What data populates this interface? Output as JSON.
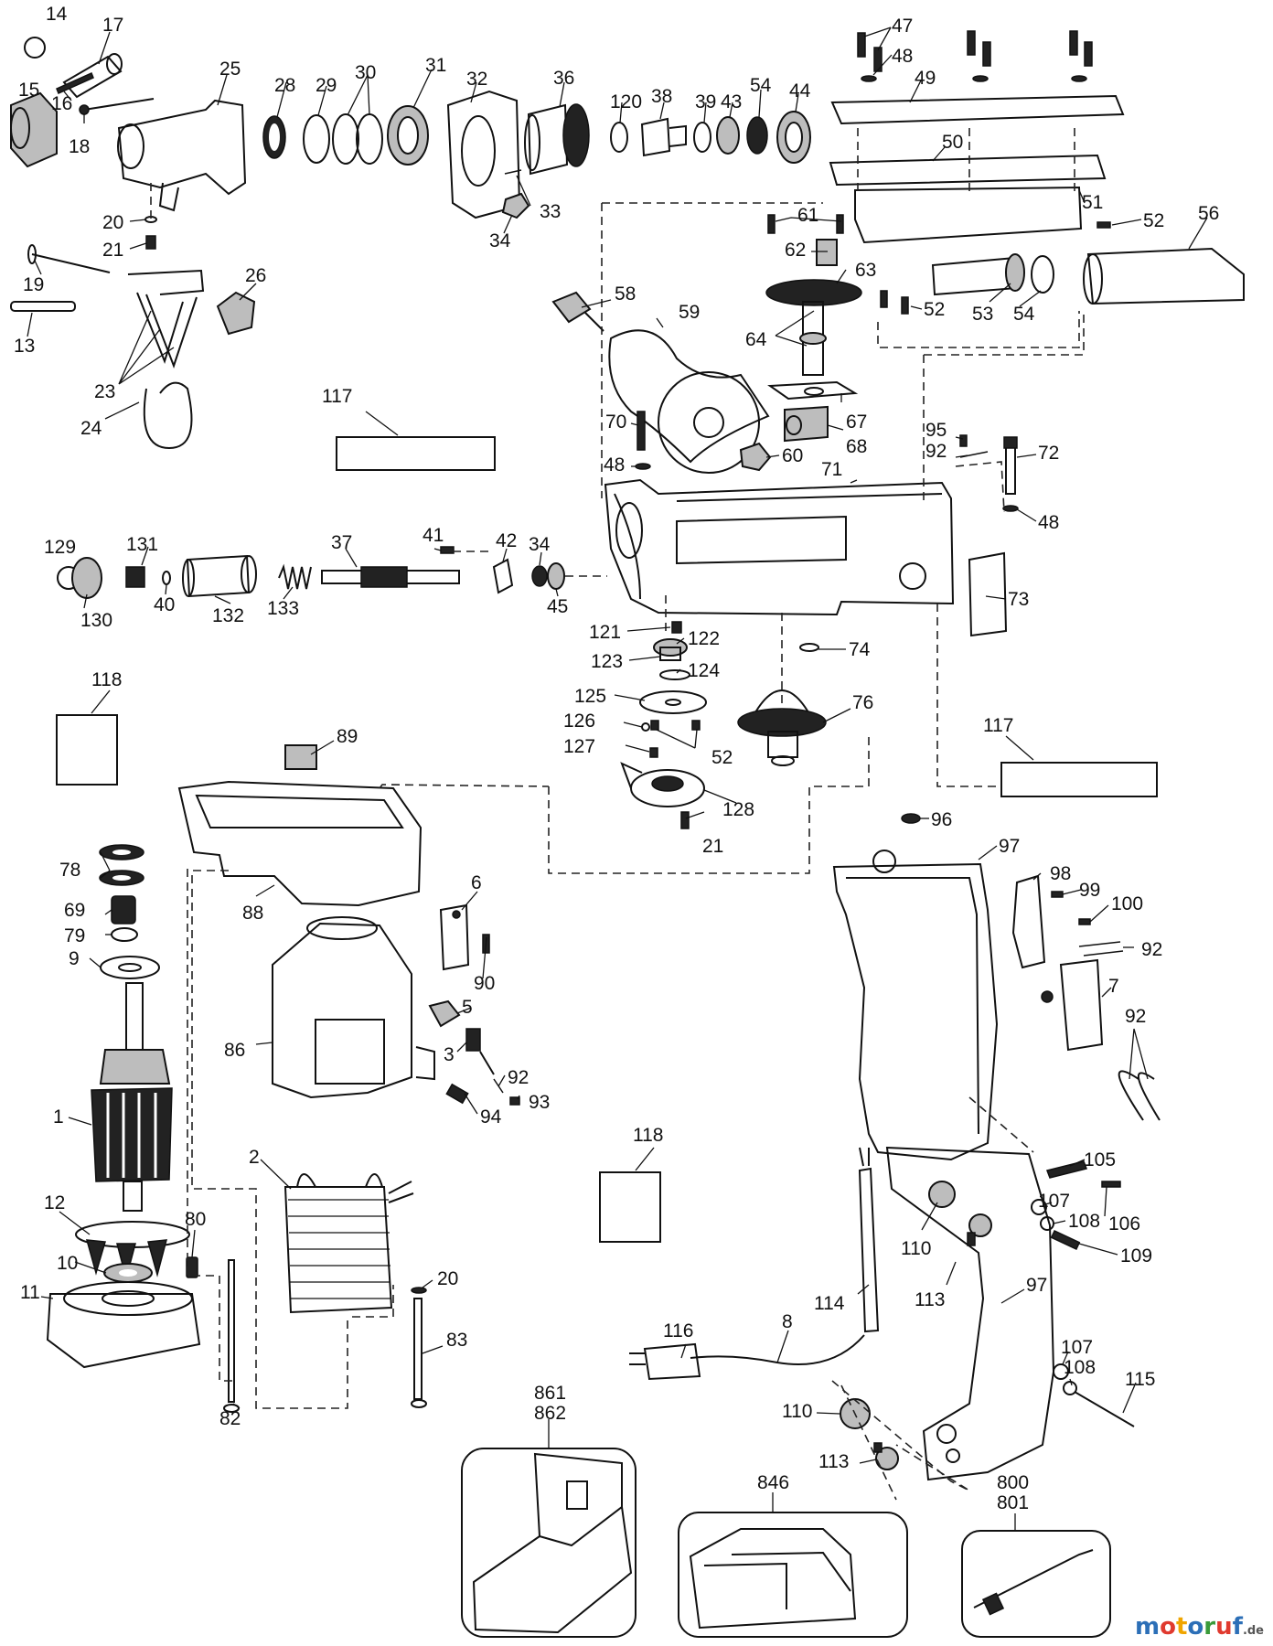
{
  "parts": [
    {
      "id": "p14",
      "label": "14"
    },
    {
      "id": "p17",
      "label": "17"
    },
    {
      "id": "p15",
      "label": "15"
    },
    {
      "id": "p16",
      "label": "16"
    },
    {
      "id": "p18",
      "label": "18"
    },
    {
      "id": "p25",
      "label": "25"
    },
    {
      "id": "p28",
      "label": "28"
    },
    {
      "id": "p29",
      "label": "29"
    },
    {
      "id": "p30",
      "label": "30"
    },
    {
      "id": "p31",
      "label": "31"
    },
    {
      "id": "p32",
      "label": "32"
    },
    {
      "id": "p33",
      "label": "33"
    },
    {
      "id": "p34a",
      "label": "34"
    },
    {
      "id": "p36",
      "label": "36"
    },
    {
      "id": "p120",
      "label": "120"
    },
    {
      "id": "p38",
      "label": "38"
    },
    {
      "id": "p39",
      "label": "39"
    },
    {
      "id": "p43",
      "label": "43"
    },
    {
      "id": "p54a",
      "label": "54"
    },
    {
      "id": "p44",
      "label": "44"
    },
    {
      "id": "p47",
      "label": "47"
    },
    {
      "id": "p48a",
      "label": "48"
    },
    {
      "id": "p49",
      "label": "49"
    },
    {
      "id": "p50",
      "label": "50"
    },
    {
      "id": "p51",
      "label": "51"
    },
    {
      "id": "p52a",
      "label": "52"
    },
    {
      "id": "p56",
      "label": "56"
    },
    {
      "id": "p61",
      "label": "61"
    },
    {
      "id": "p62",
      "label": "62"
    },
    {
      "id": "p63",
      "label": "63"
    },
    {
      "id": "p52b",
      "label": "52"
    },
    {
      "id": "p53",
      "label": "53"
    },
    {
      "id": "p54b",
      "label": "54"
    },
    {
      "id": "p20a",
      "label": "20"
    },
    {
      "id": "p21a",
      "label": "21"
    },
    {
      "id": "p19",
      "label": "19"
    },
    {
      "id": "p26",
      "label": "26"
    },
    {
      "id": "p13",
      "label": "13"
    },
    {
      "id": "p23",
      "label": "23"
    },
    {
      "id": "p24",
      "label": "24"
    },
    {
      "id": "p117a",
      "label": "117"
    },
    {
      "id": "p58",
      "label": "58"
    },
    {
      "id": "p59",
      "label": "59"
    },
    {
      "id": "p64",
      "label": "64"
    },
    {
      "id": "p67",
      "label": "67"
    },
    {
      "id": "p68",
      "label": "68"
    },
    {
      "id": "p60",
      "label": "60"
    },
    {
      "id": "p70",
      "label": "70"
    },
    {
      "id": "p48b",
      "label": "48"
    },
    {
      "id": "p71",
      "label": "71"
    },
    {
      "id": "p95",
      "label": "95"
    },
    {
      "id": "p92a",
      "label": "92"
    },
    {
      "id": "p72",
      "label": "72"
    },
    {
      "id": "p48c",
      "label": "48"
    },
    {
      "id": "p129",
      "label": "129"
    },
    {
      "id": "p131",
      "label": "131"
    },
    {
      "id": "p130",
      "label": "130"
    },
    {
      "id": "p40",
      "label": "40"
    },
    {
      "id": "p132",
      "label": "132"
    },
    {
      "id": "p133",
      "label": "133"
    },
    {
      "id": "p37",
      "label": "37"
    },
    {
      "id": "p41",
      "label": "41"
    },
    {
      "id": "p42",
      "label": "42"
    },
    {
      "id": "p34b",
      "label": "34"
    },
    {
      "id": "p45",
      "label": "45"
    },
    {
      "id": "p73",
      "label": "73"
    },
    {
      "id": "p121",
      "label": "121"
    },
    {
      "id": "p122",
      "label": "122"
    },
    {
      "id": "p123",
      "label": "123"
    },
    {
      "id": "p124",
      "label": "124"
    },
    {
      "id": "p74",
      "label": "74"
    },
    {
      "id": "p125",
      "label": "125"
    },
    {
      "id": "p76",
      "label": "76"
    },
    {
      "id": "p126",
      "label": "126"
    },
    {
      "id": "p52c",
      "label": "52"
    },
    {
      "id": "p127",
      "label": "127"
    },
    {
      "id": "p128",
      "label": "128"
    },
    {
      "id": "p21b",
      "label": "21"
    },
    {
      "id": "p118a",
      "label": "118"
    },
    {
      "id": "p117b",
      "label": "117"
    },
    {
      "id": "p89",
      "label": "89"
    },
    {
      "id": "p96",
      "label": "96"
    },
    {
      "id": "p97a",
      "label": "97"
    },
    {
      "id": "p98",
      "label": "98"
    },
    {
      "id": "p99",
      "label": "99"
    },
    {
      "id": "p100",
      "label": "100"
    },
    {
      "id": "p92b",
      "label": "92"
    },
    {
      "id": "p7",
      "label": "7"
    },
    {
      "id": "p92c",
      "label": "92"
    },
    {
      "id": "p78",
      "label": "78"
    },
    {
      "id": "p88",
      "label": "88"
    },
    {
      "id": "p6",
      "label": "6"
    },
    {
      "id": "p69",
      "label": "69"
    },
    {
      "id": "p79",
      "label": "79"
    },
    {
      "id": "p9",
      "label": "9"
    },
    {
      "id": "p90",
      "label": "90"
    },
    {
      "id": "p5",
      "label": "5"
    },
    {
      "id": "p86",
      "label": "86"
    },
    {
      "id": "p3",
      "label": "3"
    },
    {
      "id": "p92d",
      "label": "92"
    },
    {
      "id": "p93",
      "label": "93"
    },
    {
      "id": "p1",
      "label": "1"
    },
    {
      "id": "p94",
      "label": "94"
    },
    {
      "id": "p118b",
      "label": "118"
    },
    {
      "id": "p2",
      "label": "2"
    },
    {
      "id": "p105",
      "label": "105"
    },
    {
      "id": "p107a",
      "label": "107"
    },
    {
      "id": "p108a",
      "label": "108"
    },
    {
      "id": "p106",
      "label": "106"
    },
    {
      "id": "p12",
      "label": "12"
    },
    {
      "id": "p110a",
      "label": "110"
    },
    {
      "id": "p109",
      "label": "109"
    },
    {
      "id": "p80",
      "label": "80"
    },
    {
      "id": "p10",
      "label": "10"
    },
    {
      "id": "p20b",
      "label": "20"
    },
    {
      "id": "p11",
      "label": "11"
    },
    {
      "id": "p113a",
      "label": "113"
    },
    {
      "id": "p97b",
      "label": "97"
    },
    {
      "id": "p114",
      "label": "114"
    },
    {
      "id": "p83",
      "label": "83"
    },
    {
      "id": "p116",
      "label": "116"
    },
    {
      "id": "p8",
      "label": "8"
    },
    {
      "id": "p107b",
      "label": "107"
    },
    {
      "id": "p108b",
      "label": "108"
    },
    {
      "id": "p115",
      "label": "115"
    },
    {
      "id": "p82",
      "label": "82"
    },
    {
      "id": "p110b",
      "label": "110"
    },
    {
      "id": "p113b",
      "label": "113"
    },
    {
      "id": "p861",
      "label": "861"
    },
    {
      "id": "p862",
      "label": "862"
    },
    {
      "id": "p846",
      "label": "846"
    },
    {
      "id": "p800",
      "label": "800"
    },
    {
      "id": "p801",
      "label": "801"
    }
  ],
  "watermark": {
    "letters": [
      "m",
      "o",
      "t",
      "o",
      "r",
      "u",
      "f"
    ],
    "colors": [
      "#2c6fb7",
      "#e03a2f",
      "#f0a500",
      "#2c6fb7",
      "#3a9a3a",
      "#e03a2f",
      "#2c6fb7"
    ],
    "suffix": ".de"
  }
}
